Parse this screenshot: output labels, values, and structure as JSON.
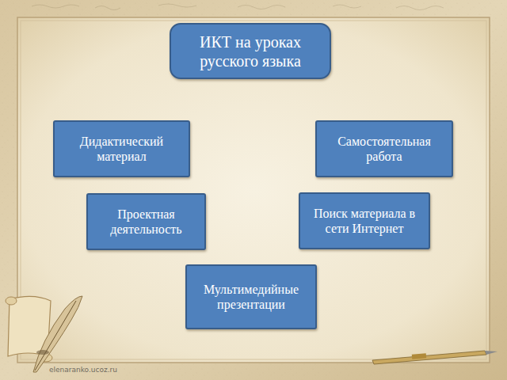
{
  "diagram": {
    "nodes": [
      {
        "text": [
          "ИКТ на уроках русского языка"
        ]
      },
      {
        "text": [
          "Дидактический материал"
        ]
      },
      {
        "text": [
          "Самостоятельная работа"
        ]
      },
      {
        "text": [
          "Проектная деятельность"
        ]
      },
      {
        "text": [
          "Поиск материала в сети Интернет"
        ]
      },
      {
        "text": [
          "Мультимедийные презентации"
        ]
      }
    ],
    "labels": [
      "elenaranko.ucoz.ru"
    ]
  }
}
